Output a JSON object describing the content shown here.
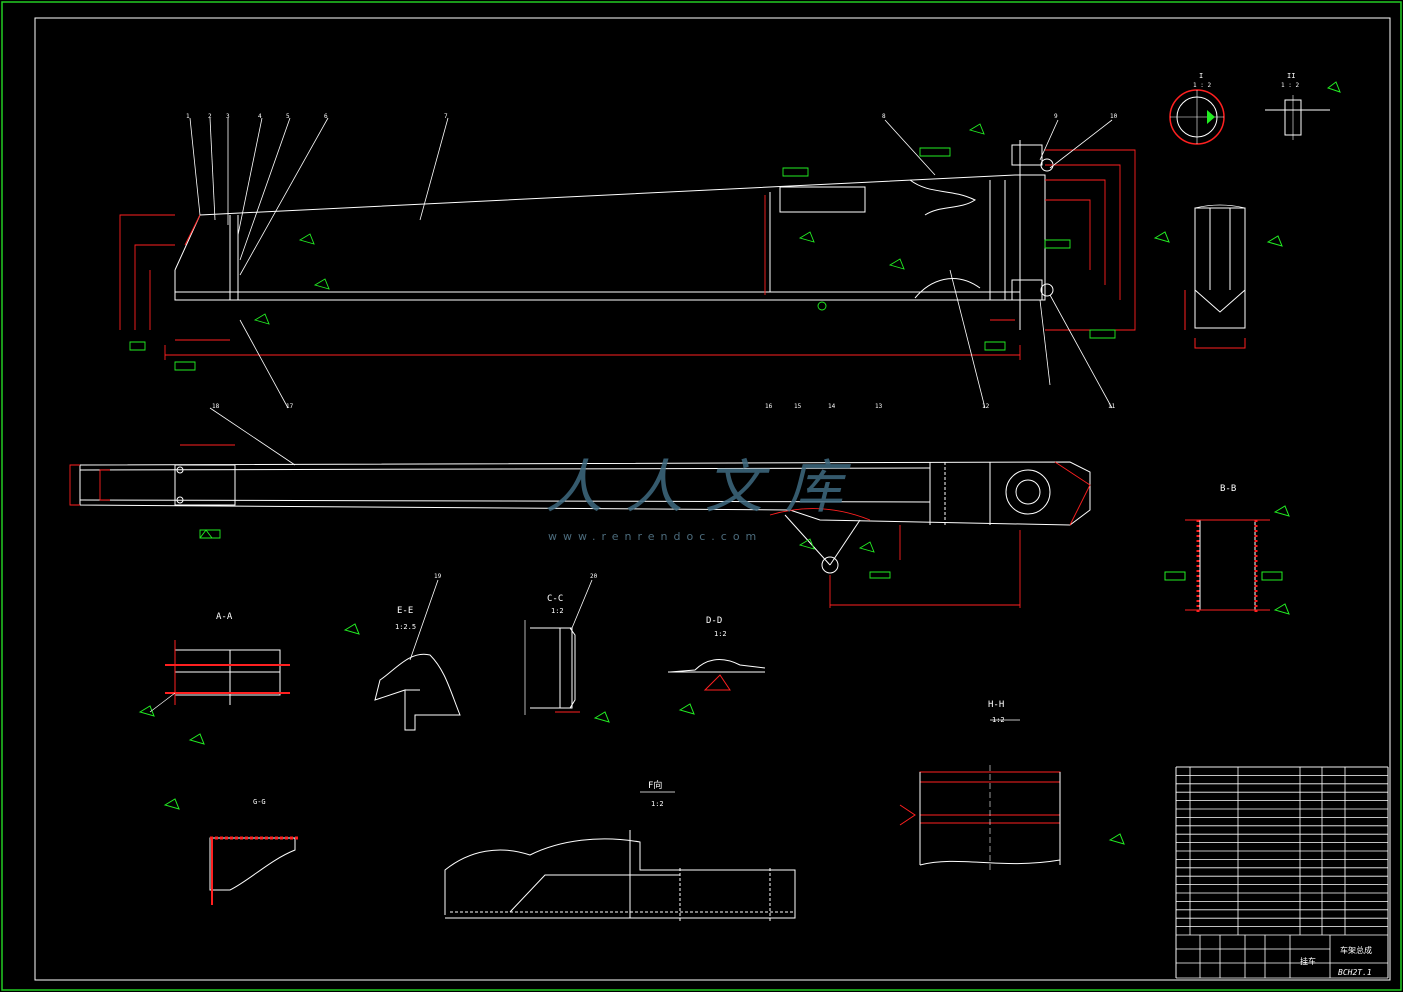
{
  "sections": {
    "a": "A-A",
    "b": "B-B",
    "c": "C-C",
    "d": "D-D",
    "e": "E-E",
    "g": "G-G",
    "h": "H-H",
    "f": "F向",
    "one": "I",
    "two": "II"
  },
  "scales": {
    "c": "1:2",
    "d": "1:2",
    "e": "1:2.5",
    "h": "1:2",
    "f": "1:2",
    "i": "1 : 2",
    "ii": "1 : 2"
  },
  "balloons": [
    "1",
    "2",
    "3",
    "4",
    "5",
    "6",
    "7",
    "8",
    "9",
    "10",
    "11",
    "12",
    "13",
    "14",
    "15",
    "16",
    "17",
    "18",
    "19",
    "20"
  ],
  "watermark": {
    "logo": "人人文库",
    "url": "www.renrendoc.com"
  },
  "title_block": {
    "drawing_no": "BCH2T.1",
    "name_left": "挂车",
    "name_right": "车架总成"
  },
  "colors": {
    "line": "#ffffff",
    "dimension": "#ff2020",
    "annotation": "#22ee22",
    "frame": "#22cc22",
    "watermark": "#3f6a80"
  }
}
